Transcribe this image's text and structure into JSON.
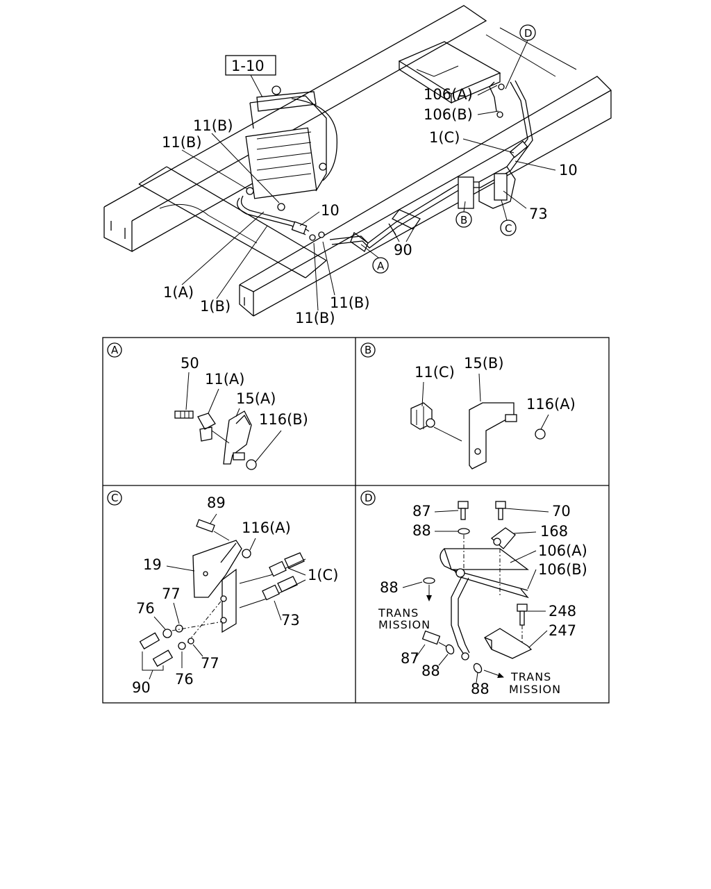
{
  "overview": {
    "ref_box": "1-10",
    "labels": {
      "d_marker": "D",
      "p106a": "106(A)",
      "p106b": "106(B)",
      "p1c": "1(C)",
      "p10_right": "10",
      "p73": "73",
      "b_marker": "B",
      "c_marker": "C",
      "p90": "90",
      "a_marker": "A",
      "p11b_1": "11(B)",
      "p11b_2": "11(B)",
      "p10_mid": "10",
      "p1a": "1(A)",
      "p1b": "1(B)",
      "p11b_3": "11(B)",
      "p11b_4": "11(B)"
    }
  },
  "panels": {
    "A": {
      "marker": "A",
      "labels": {
        "p50": "50",
        "p11a": "11(A)",
        "p15a": "15(A)",
        "p116b": "116(B)"
      }
    },
    "B": {
      "marker": "B",
      "labels": {
        "p11c": "11(C)",
        "p15b": "15(B)",
        "p116a": "116(A)"
      }
    },
    "C": {
      "marker": "C",
      "labels": {
        "p89": "89",
        "p116a": "116(A)",
        "p19": "19",
        "p1c": "1(C)",
        "p77a": "77",
        "p76a": "76",
        "p73": "73",
        "p77b": "77",
        "p90": "90",
        "p76b": "76"
      }
    },
    "D": {
      "marker": "D",
      "labels": {
        "p87a": "87",
        "p70": "70",
        "p88a": "88",
        "p168": "168",
        "p106a": "106(A)",
        "p106b": "106(B)",
        "p88b": "88",
        "trans1a": "TRANS",
        "trans1b": "MISSION",
        "p248": "248",
        "p247": "247",
        "p87b": "87",
        "p88c": "88",
        "p88d": "88",
        "trans2a": "TRANS",
        "trans2b": "MISSION"
      }
    }
  }
}
